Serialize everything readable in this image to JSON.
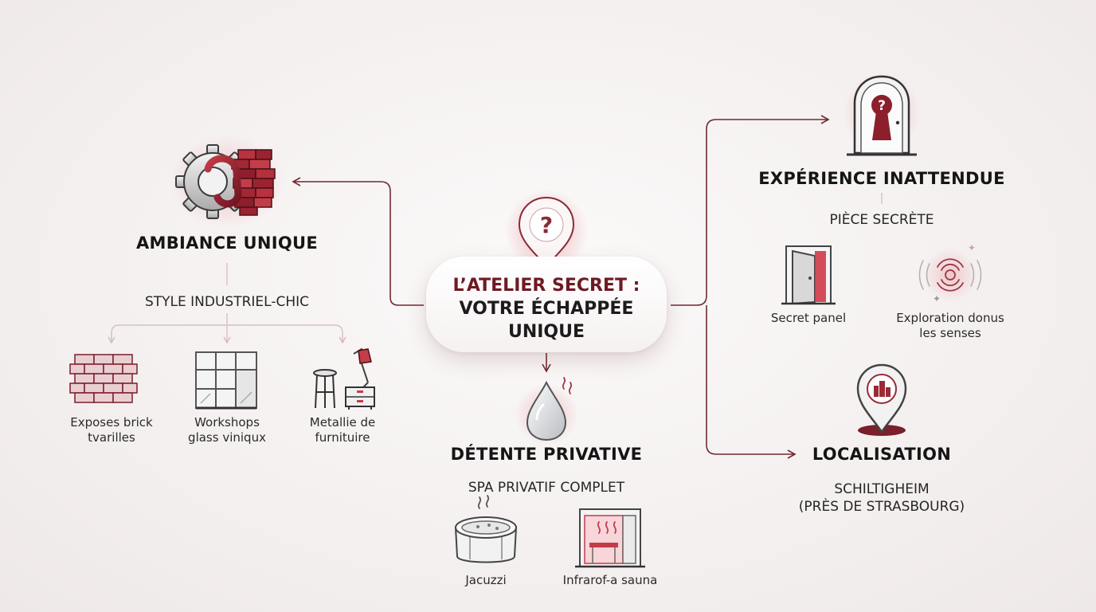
{
  "center": {
    "title_line1": "L’ATELIER SECRET :",
    "title_line2": "VOTRE ÉCHAPPÉE",
    "title_line3": "UNIQUE"
  },
  "ambiance": {
    "title": "AMBIANCE UNIQUE",
    "subtitle": "STYLE INDUSTRIEL-CHIC",
    "items": [
      {
        "label_l1": "Exposes brick",
        "label_l2": "tvarilles",
        "icon": "brick-wall-icon"
      },
      {
        "label_l1": "Workshops",
        "label_l2": "glass viniqux",
        "icon": "glass-panel-icon"
      },
      {
        "label_l1": "Metallie de",
        "label_l2": "furnituire",
        "icon": "industrial-furniture-icon"
      }
    ]
  },
  "experience": {
    "title": "EXPÉRIENCE INATTENDUE",
    "subtitle": "PIÈCE SECRÈTE",
    "items": [
      {
        "label_l1": "Secret panel",
        "label_l2": "",
        "icon": "secret-door-icon"
      },
      {
        "label_l1": "Exploration donus",
        "label_l2": "les senses",
        "icon": "senses-waves-icon"
      }
    ]
  },
  "detente": {
    "title": "DÉTENTE PRIVATIVE",
    "subtitle": "SPA PRIVATIF COMPLET",
    "items": [
      {
        "label_l1": "Jacuzzi",
        "icon": "jacuzzi-icon"
      },
      {
        "label_l1": "Infrarof-a sauna",
        "icon": "sauna-icon"
      }
    ]
  },
  "localisation": {
    "title": "LOCALISATION",
    "subtitle_l1": "SCHILTIGHEIM",
    "subtitle_l2": "(PRÈS DE STRASBOURG)"
  },
  "colors": {
    "accent": "#7a1f2b",
    "accent_light": "#b8323f",
    "line": "#6f2a30",
    "soft_line": "#d9bfc2",
    "icon_gray": "#6a6a6a"
  }
}
